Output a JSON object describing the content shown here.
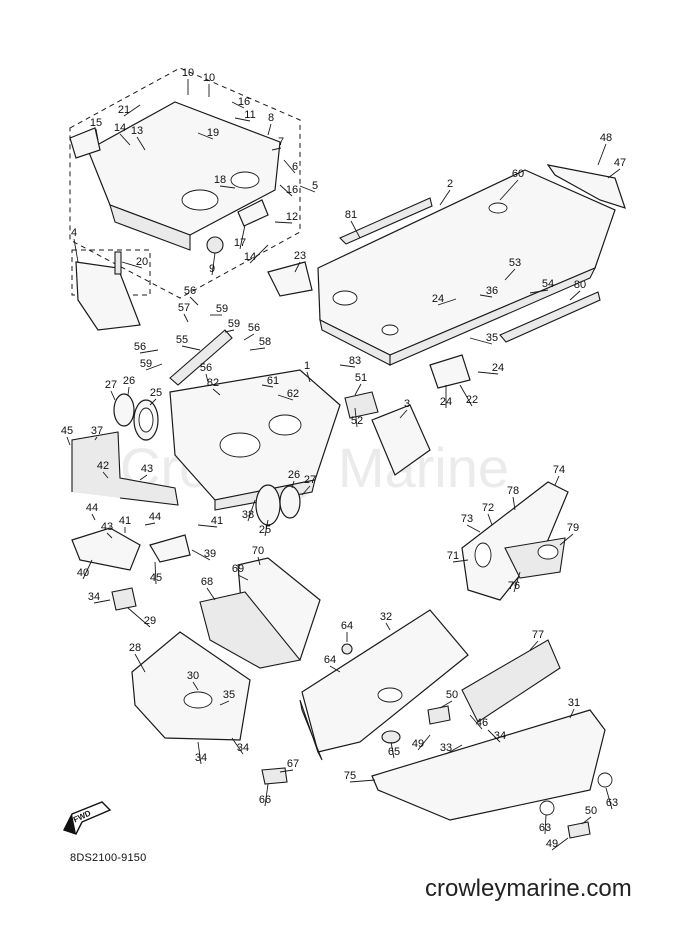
{
  "diagram": {
    "drawing_code": "8DS2100-9150",
    "website": "crowleymarine.com",
    "watermark": "Crowley Marine",
    "fwd_label": "FWD",
    "callouts": [
      {
        "id": "c10a",
        "label": "10"
      },
      {
        "id": "c10b",
        "label": "10"
      },
      {
        "id": "c16a",
        "label": "16"
      },
      {
        "id": "c21",
        "label": "21"
      },
      {
        "id": "c11",
        "label": "11"
      },
      {
        "id": "c8",
        "label": "8"
      },
      {
        "id": "c15",
        "label": "15"
      },
      {
        "id": "c14a",
        "label": "14"
      },
      {
        "id": "c13",
        "label": "13"
      },
      {
        "id": "c19",
        "label": "19"
      },
      {
        "id": "c7",
        "label": "7"
      },
      {
        "id": "c6",
        "label": "6"
      },
      {
        "id": "c18",
        "label": "18"
      },
      {
        "id": "c16b",
        "label": "16"
      },
      {
        "id": "c5",
        "label": "5"
      },
      {
        "id": "c12",
        "label": "12"
      },
      {
        "id": "c17",
        "label": "17"
      },
      {
        "id": "c14b",
        "label": "14"
      },
      {
        "id": "c9",
        "label": "9"
      },
      {
        "id": "c4",
        "label": "4"
      },
      {
        "id": "c20",
        "label": "20"
      },
      {
        "id": "c23",
        "label": "23"
      },
      {
        "id": "c48",
        "label": "48"
      },
      {
        "id": "c47",
        "label": "47"
      },
      {
        "id": "c60",
        "label": "60"
      },
      {
        "id": "c2",
        "label": "2"
      },
      {
        "id": "c81",
        "label": "81"
      },
      {
        "id": "c53",
        "label": "53"
      },
      {
        "id": "c54",
        "label": "54"
      },
      {
        "id": "c80",
        "label": "80"
      },
      {
        "id": "c24a",
        "label": "24"
      },
      {
        "id": "c36",
        "label": "36"
      },
      {
        "id": "c35a",
        "label": "35"
      },
      {
        "id": "c24b",
        "label": "24"
      },
      {
        "id": "c24c",
        "label": "24"
      },
      {
        "id": "c22",
        "label": "22"
      },
      {
        "id": "c56a",
        "label": "56"
      },
      {
        "id": "c57",
        "label": "57"
      },
      {
        "id": "c59a",
        "label": "59"
      },
      {
        "id": "c59b",
        "label": "59"
      },
      {
        "id": "c56b",
        "label": "56"
      },
      {
        "id": "c55",
        "label": "55"
      },
      {
        "id": "c58",
        "label": "58"
      },
      {
        "id": "c56c",
        "label": "56"
      },
      {
        "id": "c59c",
        "label": "59"
      },
      {
        "id": "c56d",
        "label": "56"
      },
      {
        "id": "c61",
        "label": "61"
      },
      {
        "id": "c82",
        "label": "82"
      },
      {
        "id": "c62",
        "label": "62"
      },
      {
        "id": "c1",
        "label": "1"
      },
      {
        "id": "c83",
        "label": "83"
      },
      {
        "id": "c51",
        "label": "51"
      },
      {
        "id": "c3",
        "label": "3"
      },
      {
        "id": "c52",
        "label": "52"
      },
      {
        "id": "c27a",
        "label": "27"
      },
      {
        "id": "c26a",
        "label": "26"
      },
      {
        "id": "c25a",
        "label": "25"
      },
      {
        "id": "c45a",
        "label": "45"
      },
      {
        "id": "c37",
        "label": "37"
      },
      {
        "id": "c42",
        "label": "42"
      },
      {
        "id": "c43a",
        "label": "43"
      },
      {
        "id": "c26b",
        "label": "26"
      },
      {
        "id": "c27b",
        "label": "27"
      },
      {
        "id": "c38",
        "label": "38"
      },
      {
        "id": "c25b",
        "label": "25"
      },
      {
        "id": "c44a",
        "label": "44"
      },
      {
        "id": "c41a",
        "label": "41"
      },
      {
        "id": "c44b",
        "label": "44"
      },
      {
        "id": "c41b",
        "label": "41"
      },
      {
        "id": "c43b",
        "label": "43"
      },
      {
        "id": "c39",
        "label": "39"
      },
      {
        "id": "c40",
        "label": "40"
      },
      {
        "id": "c45b",
        "label": "45"
      },
      {
        "id": "c34a",
        "label": "34"
      },
      {
        "id": "c29",
        "label": "29"
      },
      {
        "id": "c74",
        "label": "74"
      },
      {
        "id": "c78",
        "label": "78"
      },
      {
        "id": "c73",
        "label": "73"
      },
      {
        "id": "c72",
        "label": "72"
      },
      {
        "id": "c79",
        "label": "79"
      },
      {
        "id": "c71",
        "label": "71"
      },
      {
        "id": "c76",
        "label": "76"
      },
      {
        "id": "c70",
        "label": "70"
      },
      {
        "id": "c69",
        "label": "69"
      },
      {
        "id": "c68",
        "label": "68"
      },
      {
        "id": "c32",
        "label": "32"
      },
      {
        "id": "c64a",
        "label": "64"
      },
      {
        "id": "c77",
        "label": "77"
      },
      {
        "id": "c64b",
        "label": "64"
      },
      {
        "id": "c28",
        "label": "28"
      },
      {
        "id": "c30",
        "label": "30"
      },
      {
        "id": "c35b",
        "label": "35"
      },
      {
        "id": "c50a",
        "label": "50"
      },
      {
        "id": "c31",
        "label": "31"
      },
      {
        "id": "c46",
        "label": "46"
      },
      {
        "id": "c34b",
        "label": "34"
      },
      {
        "id": "c49a",
        "label": "49"
      },
      {
        "id": "c65",
        "label": "65"
      },
      {
        "id": "c33",
        "label": "33"
      },
      {
        "id": "c34c",
        "label": "34"
      },
      {
        "id": "c34d",
        "label": "34"
      },
      {
        "id": "c67",
        "label": "67"
      },
      {
        "id": "c75",
        "label": "75"
      },
      {
        "id": "c66",
        "label": "66"
      },
      {
        "id": "c63a",
        "label": "63"
      },
      {
        "id": "c63b",
        "label": "63"
      },
      {
        "id": "c50b",
        "label": "50"
      },
      {
        "id": "c49b",
        "label": "49"
      }
    ]
  }
}
